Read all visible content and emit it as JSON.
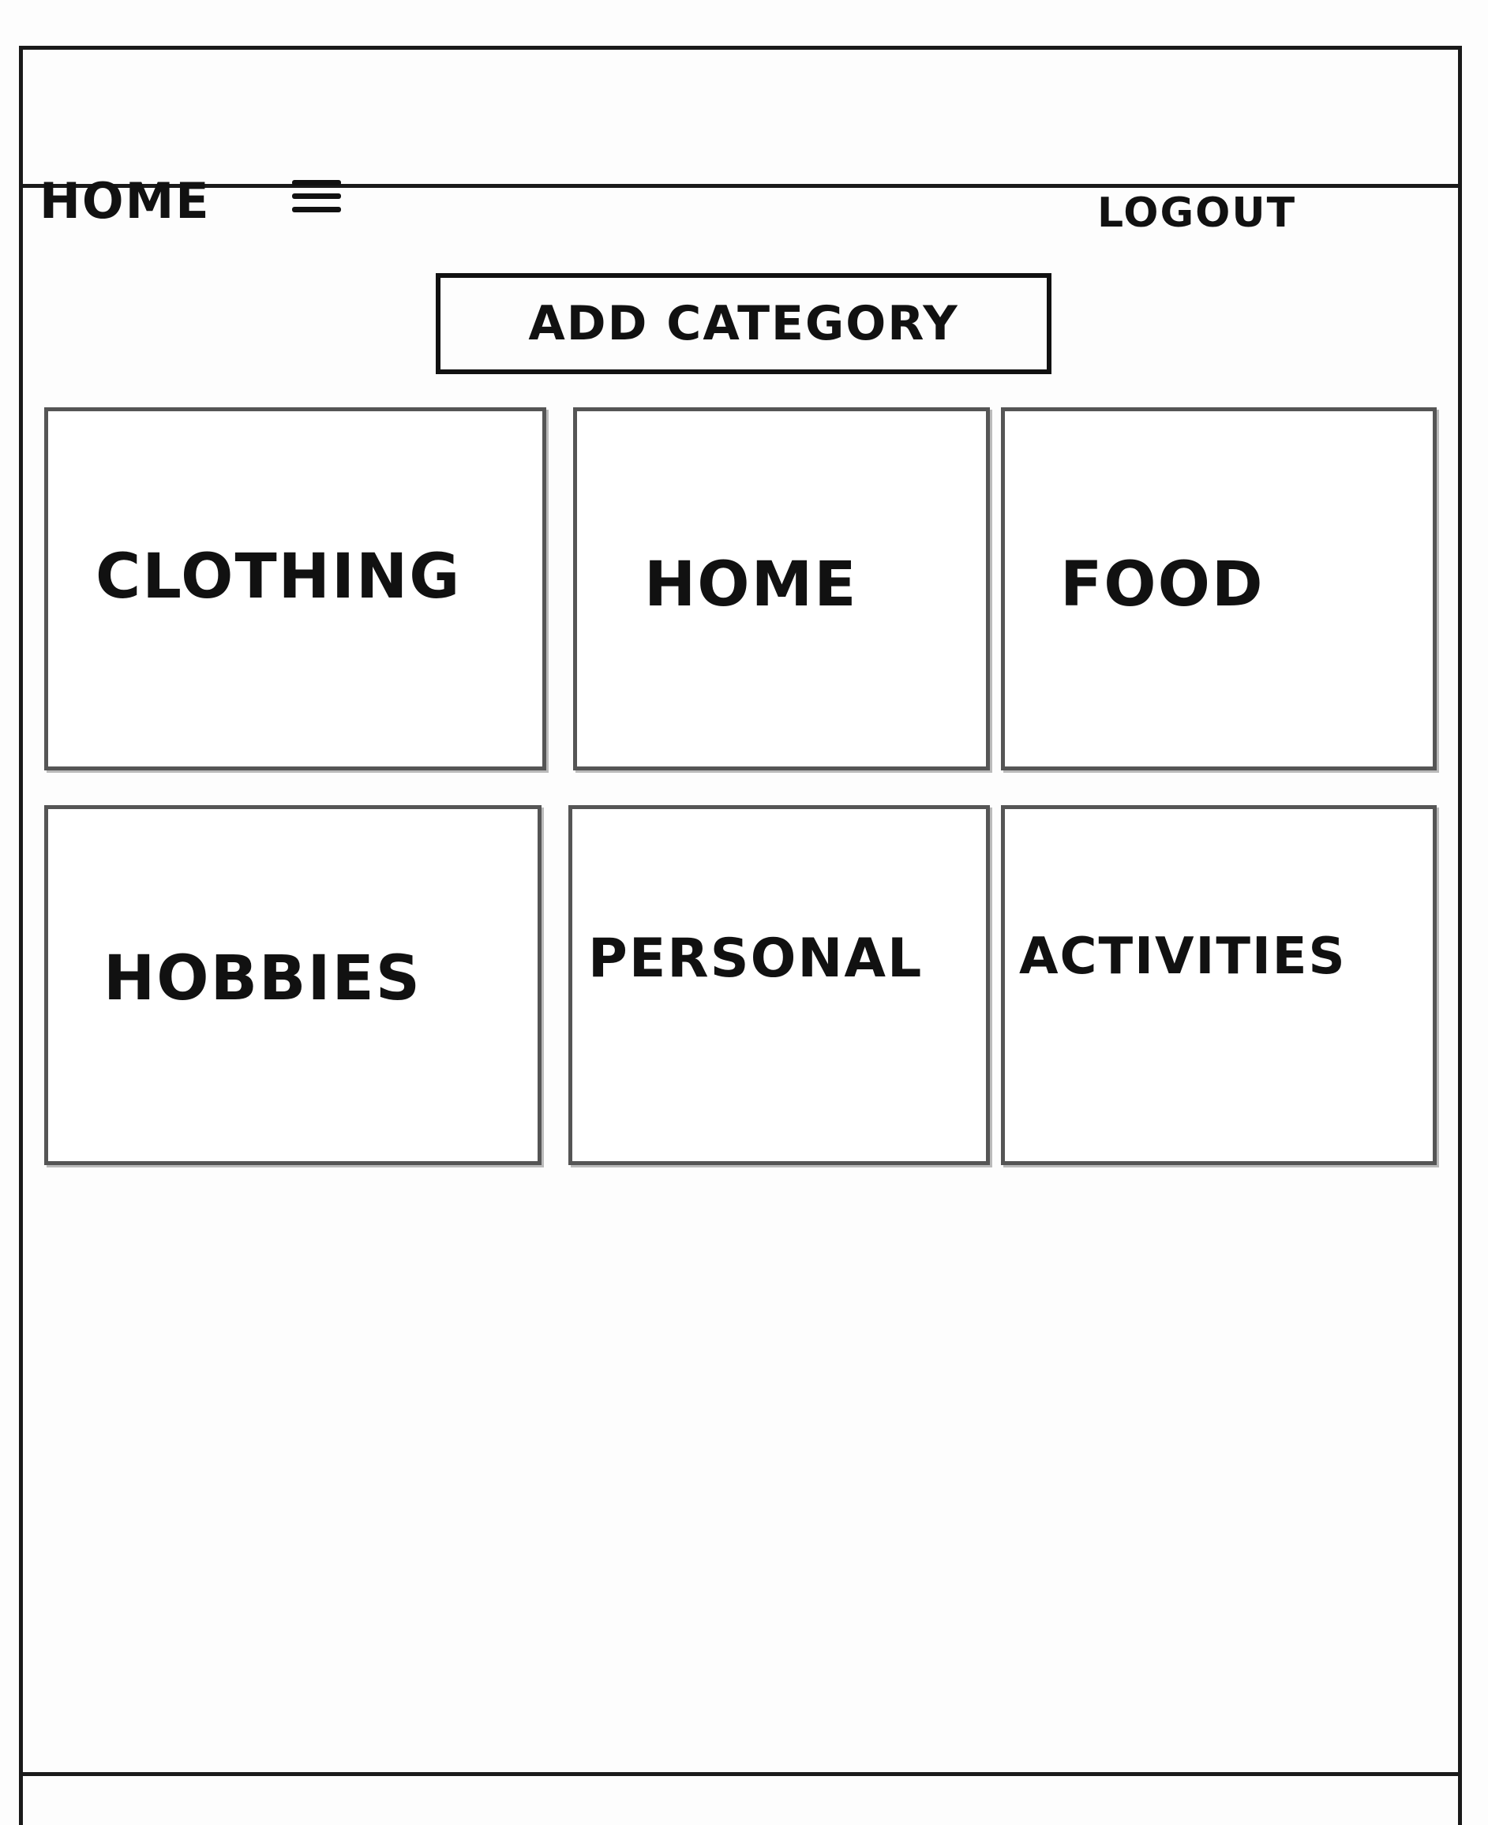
{
  "nav": {
    "home_label": "HOME",
    "menu_icon": "hamburger-menu-icon",
    "logout_label": "LOGOUT"
  },
  "actions": {
    "add_category_label": "ADD CATEGORY"
  },
  "categories": [
    {
      "label": "CLOTHING"
    },
    {
      "label": "HOME"
    },
    {
      "label": "FOOD"
    },
    {
      "label": "HOBBIES"
    },
    {
      "label": "PERSONAL"
    },
    {
      "label": "ACTIVITIES"
    }
  ]
}
